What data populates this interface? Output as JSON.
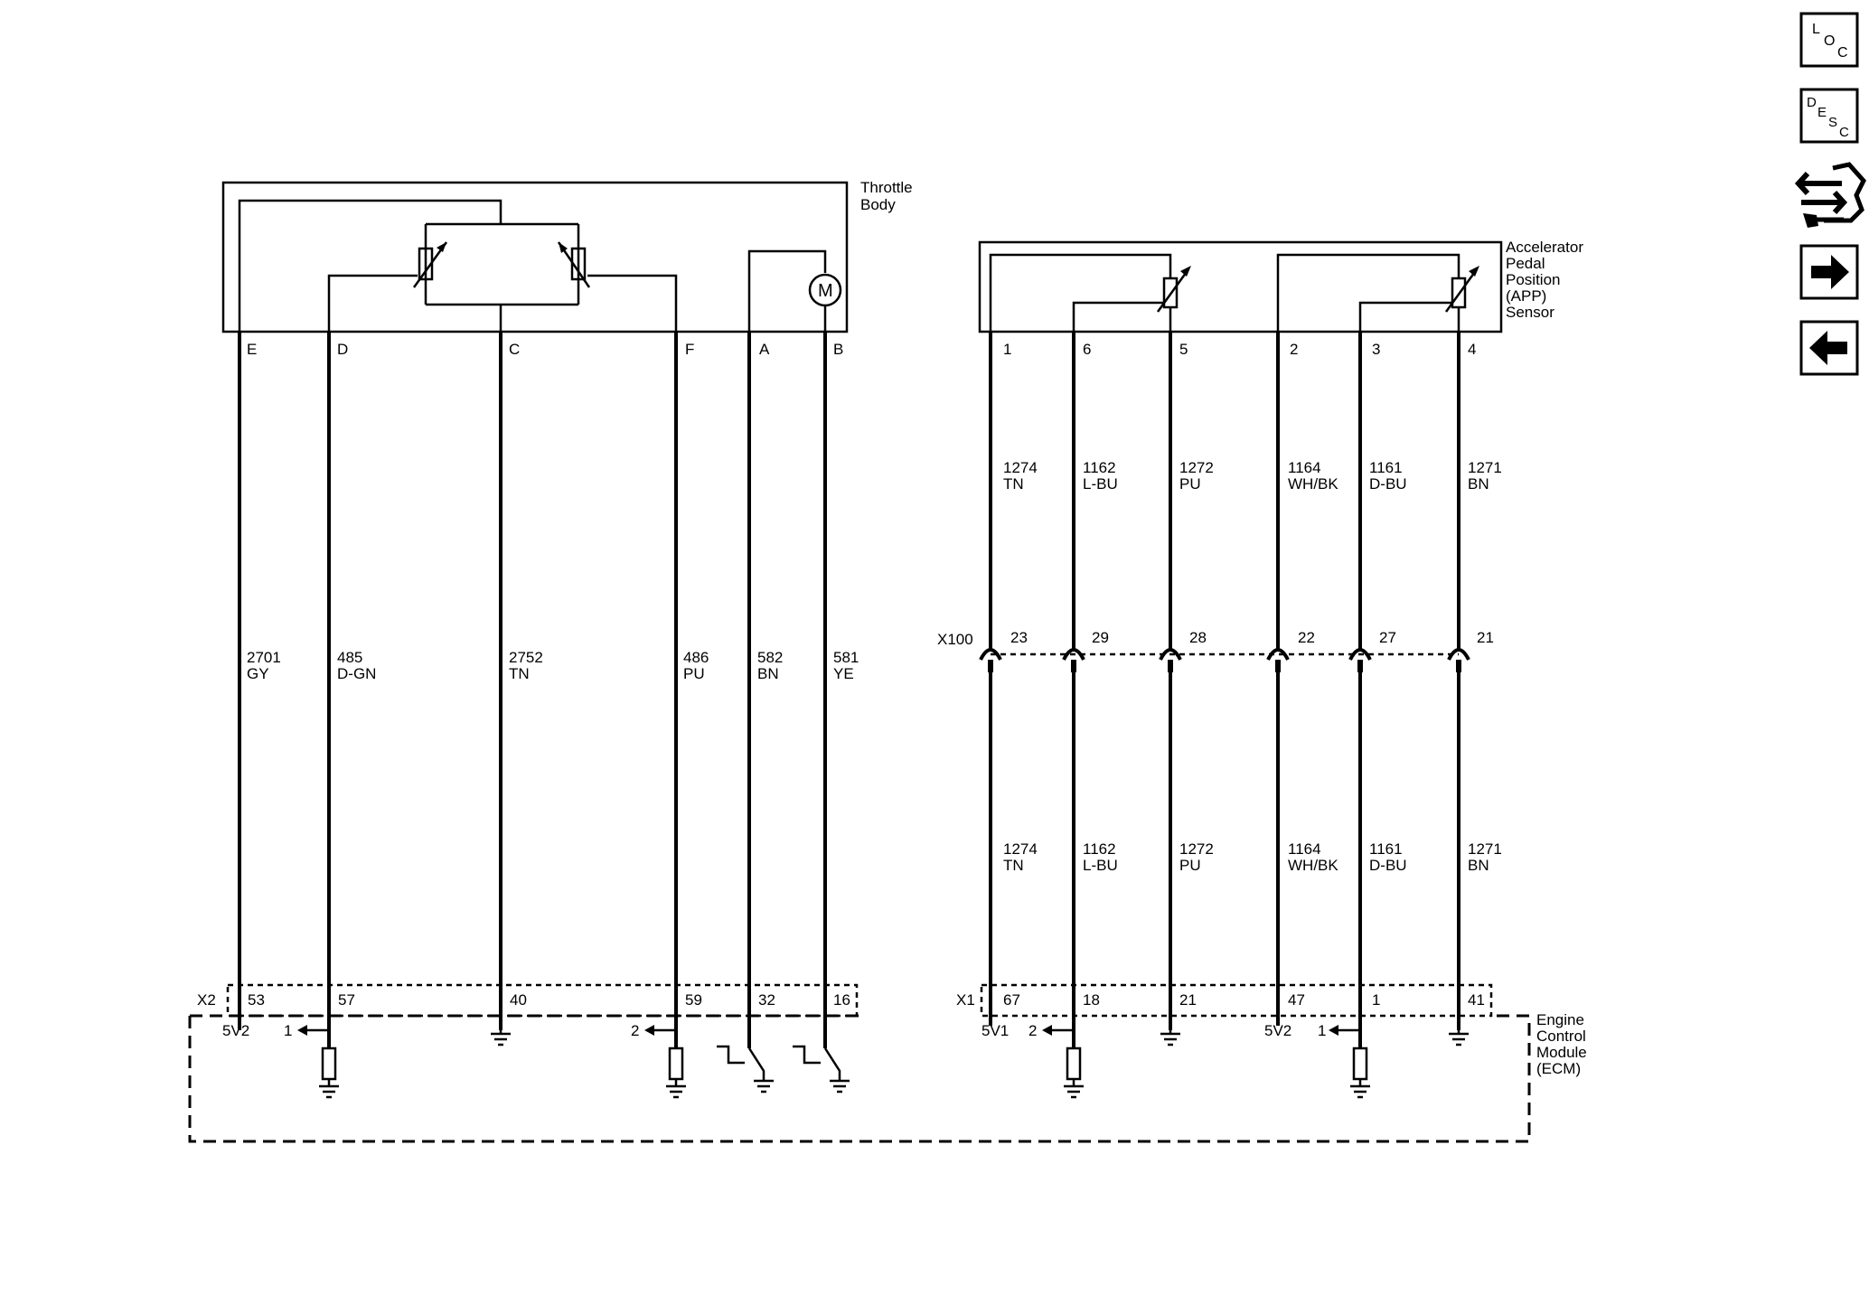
{
  "throttle_body": {
    "name": "Throttle\nBody",
    "pins": [
      "E",
      "D",
      "C",
      "F",
      "A",
      "B"
    ],
    "motor_label": "M",
    "wires": [
      {
        "circuit": "2701",
        "color": "GY"
      },
      {
        "circuit": "485",
        "color": "D-GN"
      },
      {
        "circuit": "2752",
        "color": "TN"
      },
      {
        "circuit": "486",
        "color": "PU"
      },
      {
        "circuit": "582",
        "color": "BN"
      },
      {
        "circuit": "581",
        "color": "YE"
      }
    ],
    "ecm_connector": "X2",
    "ecm_pins": [
      "53",
      "57",
      "40",
      "59",
      "32",
      "16"
    ],
    "ecm_labels": {
      "supply": "5V2",
      "sig1": "1",
      "sig2": "2"
    }
  },
  "app_sensor": {
    "name": "Accelerator\nPedal\nPosition\n(APP)\nSensor",
    "pins": [
      "1",
      "6",
      "5",
      "2",
      "3",
      "4"
    ],
    "wires_upper": [
      {
        "circuit": "1274",
        "color": "TN"
      },
      {
        "circuit": "1162",
        "color": "L-BU"
      },
      {
        "circuit": "1272",
        "color": "PU"
      },
      {
        "circuit": "1164",
        "color": "WH/BK"
      },
      {
        "circuit": "1161",
        "color": "D-BU"
      },
      {
        "circuit": "1271",
        "color": "BN"
      }
    ],
    "inline_connector": "X100",
    "inline_pins": [
      "23",
      "29",
      "28",
      "22",
      "27",
      "21"
    ],
    "wires_lower": [
      {
        "circuit": "1274",
        "color": "TN"
      },
      {
        "circuit": "1162",
        "color": "L-BU"
      },
      {
        "circuit": "1272",
        "color": "PU"
      },
      {
        "circuit": "1164",
        "color": "WH/BK"
      },
      {
        "circuit": "1161",
        "color": "D-BU"
      },
      {
        "circuit": "1271",
        "color": "BN"
      }
    ],
    "ecm_connector": "X1",
    "ecm_pins": [
      "67",
      "18",
      "21",
      "47",
      "1",
      "41"
    ],
    "ecm_labels": {
      "supply1": "5V1",
      "sig2": "2",
      "supply2": "5V2",
      "sig1": "1"
    }
  },
  "ecm": {
    "name": "Engine\nControl\nModule\n(ECM)"
  },
  "nav": {
    "loc": {
      "a": "L",
      "b": "O",
      "c": "C"
    },
    "desc": {
      "a": "D",
      "b": "E",
      "c": "S",
      "d": "C"
    },
    "icons": [
      "connector-tool-icon",
      "arrow-right-icon",
      "arrow-left-icon"
    ]
  }
}
